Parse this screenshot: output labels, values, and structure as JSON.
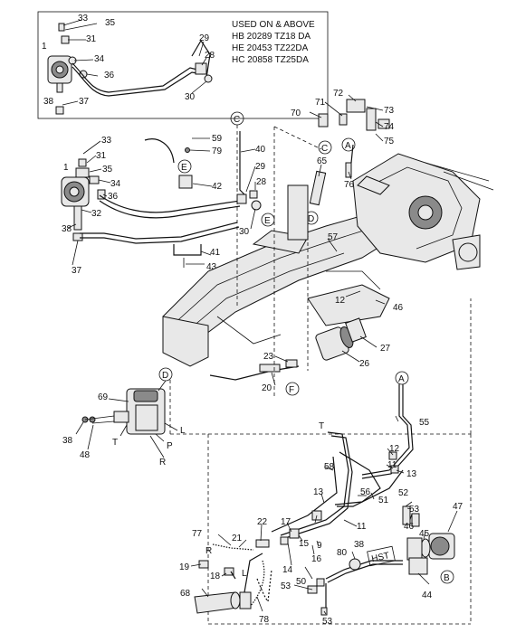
{
  "note": {
    "lines": [
      "USED ON & ABOVE",
      "HB 20289 TZ18 DA",
      "HE 20453 TZ22DA",
      "HC 20858 TZ25DA"
    ]
  },
  "letters": {
    "C": "C",
    "D": "D",
    "E": "E",
    "F": "F",
    "A": "A",
    "B": "B",
    "T": "T",
    "L": "L",
    "P": "P",
    "R": "R",
    "HST": "HST"
  },
  "parts": {
    "p1": "1",
    "p9": "9",
    "p11": "11",
    "p12": "12",
    "p13": "13",
    "p14": "14",
    "p15": "15",
    "p16": "16",
    "p17": "17",
    "p18": "18",
    "p19": "19",
    "p20": "20",
    "p21": "21",
    "p22": "22",
    "p23": "23",
    "p26": "26",
    "p27": "27",
    "p28": "28",
    "p29": "29",
    "p30": "30",
    "p31": "31",
    "p32": "32",
    "p33": "33",
    "p34": "34",
    "p35": "35",
    "p36": "36",
    "p37": "37",
    "p38": "38",
    "p40": "40",
    "p41": "41",
    "p42": "42",
    "p43": "43",
    "p44": "44",
    "p45": "45",
    "p46": "46",
    "p47": "47",
    "p48": "48",
    "p50": "50",
    "p51": "51",
    "p52": "52",
    "p53": "53",
    "p55": "55",
    "p56": "56",
    "p57": "57",
    "p58": "58",
    "p59": "59",
    "p65": "65",
    "p68": "68",
    "p69": "69",
    "p70": "70",
    "p71": "71",
    "p72": "72",
    "p73": "73",
    "p74": "74",
    "p75": "75",
    "p76": "76",
    "p77": "77",
    "p78": "78",
    "p79": "79",
    "p80": "80"
  }
}
